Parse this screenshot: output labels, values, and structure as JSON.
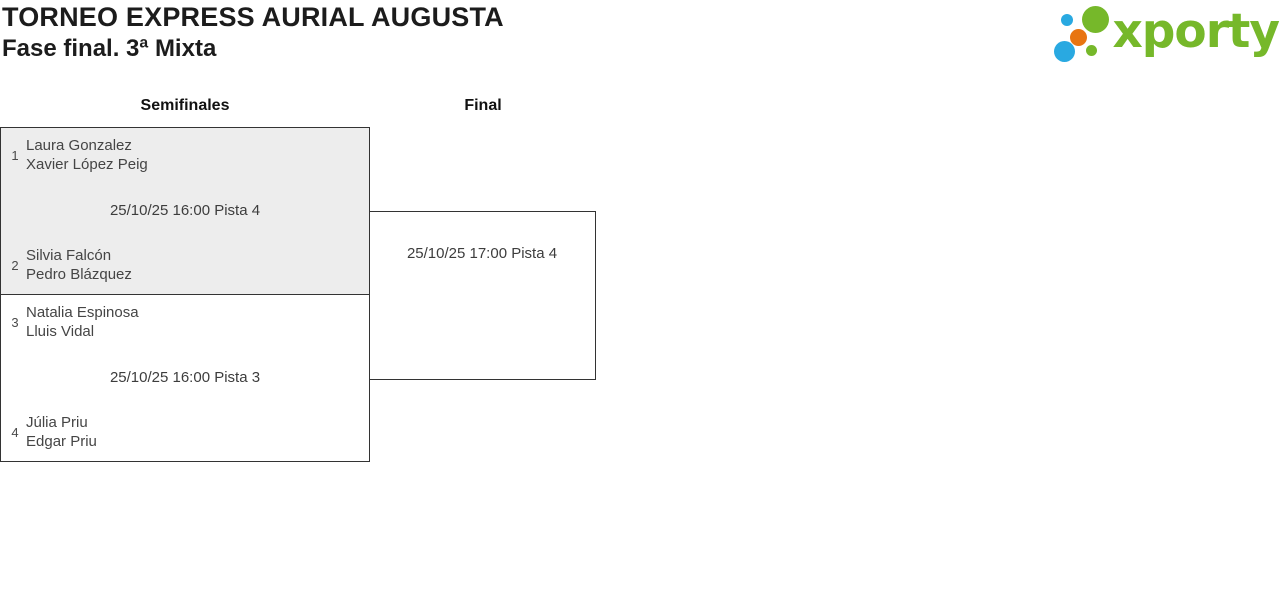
{
  "header": {
    "title": "TORNEO EXPRESS AURIAL AUGUSTA",
    "subtitle": "Fase final. 3ª Mixta"
  },
  "logo": {
    "wordmark": "xporty",
    "colors": {
      "green": "#76B82A",
      "blue": "#29A9E1",
      "orange": "#E87511"
    }
  },
  "bracket": {
    "rounds": [
      {
        "label": "Semifinales"
      },
      {
        "label": "Final"
      }
    ],
    "semifinals": [
      {
        "info": "25/10/25 16:00 Pista 4",
        "teams": [
          {
            "seed": "1",
            "players": [
              "Laura Gonzalez",
              "Xavier López Peig"
            ]
          },
          {
            "seed": "2",
            "players": [
              "Silvia Falcón",
              "Pedro Blázquez"
            ]
          }
        ]
      },
      {
        "info": "25/10/25 16:00 Pista 3",
        "teams": [
          {
            "seed": "3",
            "players": [
              "Natalia Espinosa",
              "Lluis Vidal"
            ]
          },
          {
            "seed": "4",
            "players": [
              "Júlia Priu",
              "Edgar Priu"
            ]
          }
        ]
      }
    ],
    "final": {
      "info": "25/10/25 17:00 Pista 4"
    }
  },
  "colors": {
    "match_alt_bg": "#EDEDED",
    "box_border": "#333333",
    "text": "#454545",
    "heading": "#1c1c1c"
  }
}
